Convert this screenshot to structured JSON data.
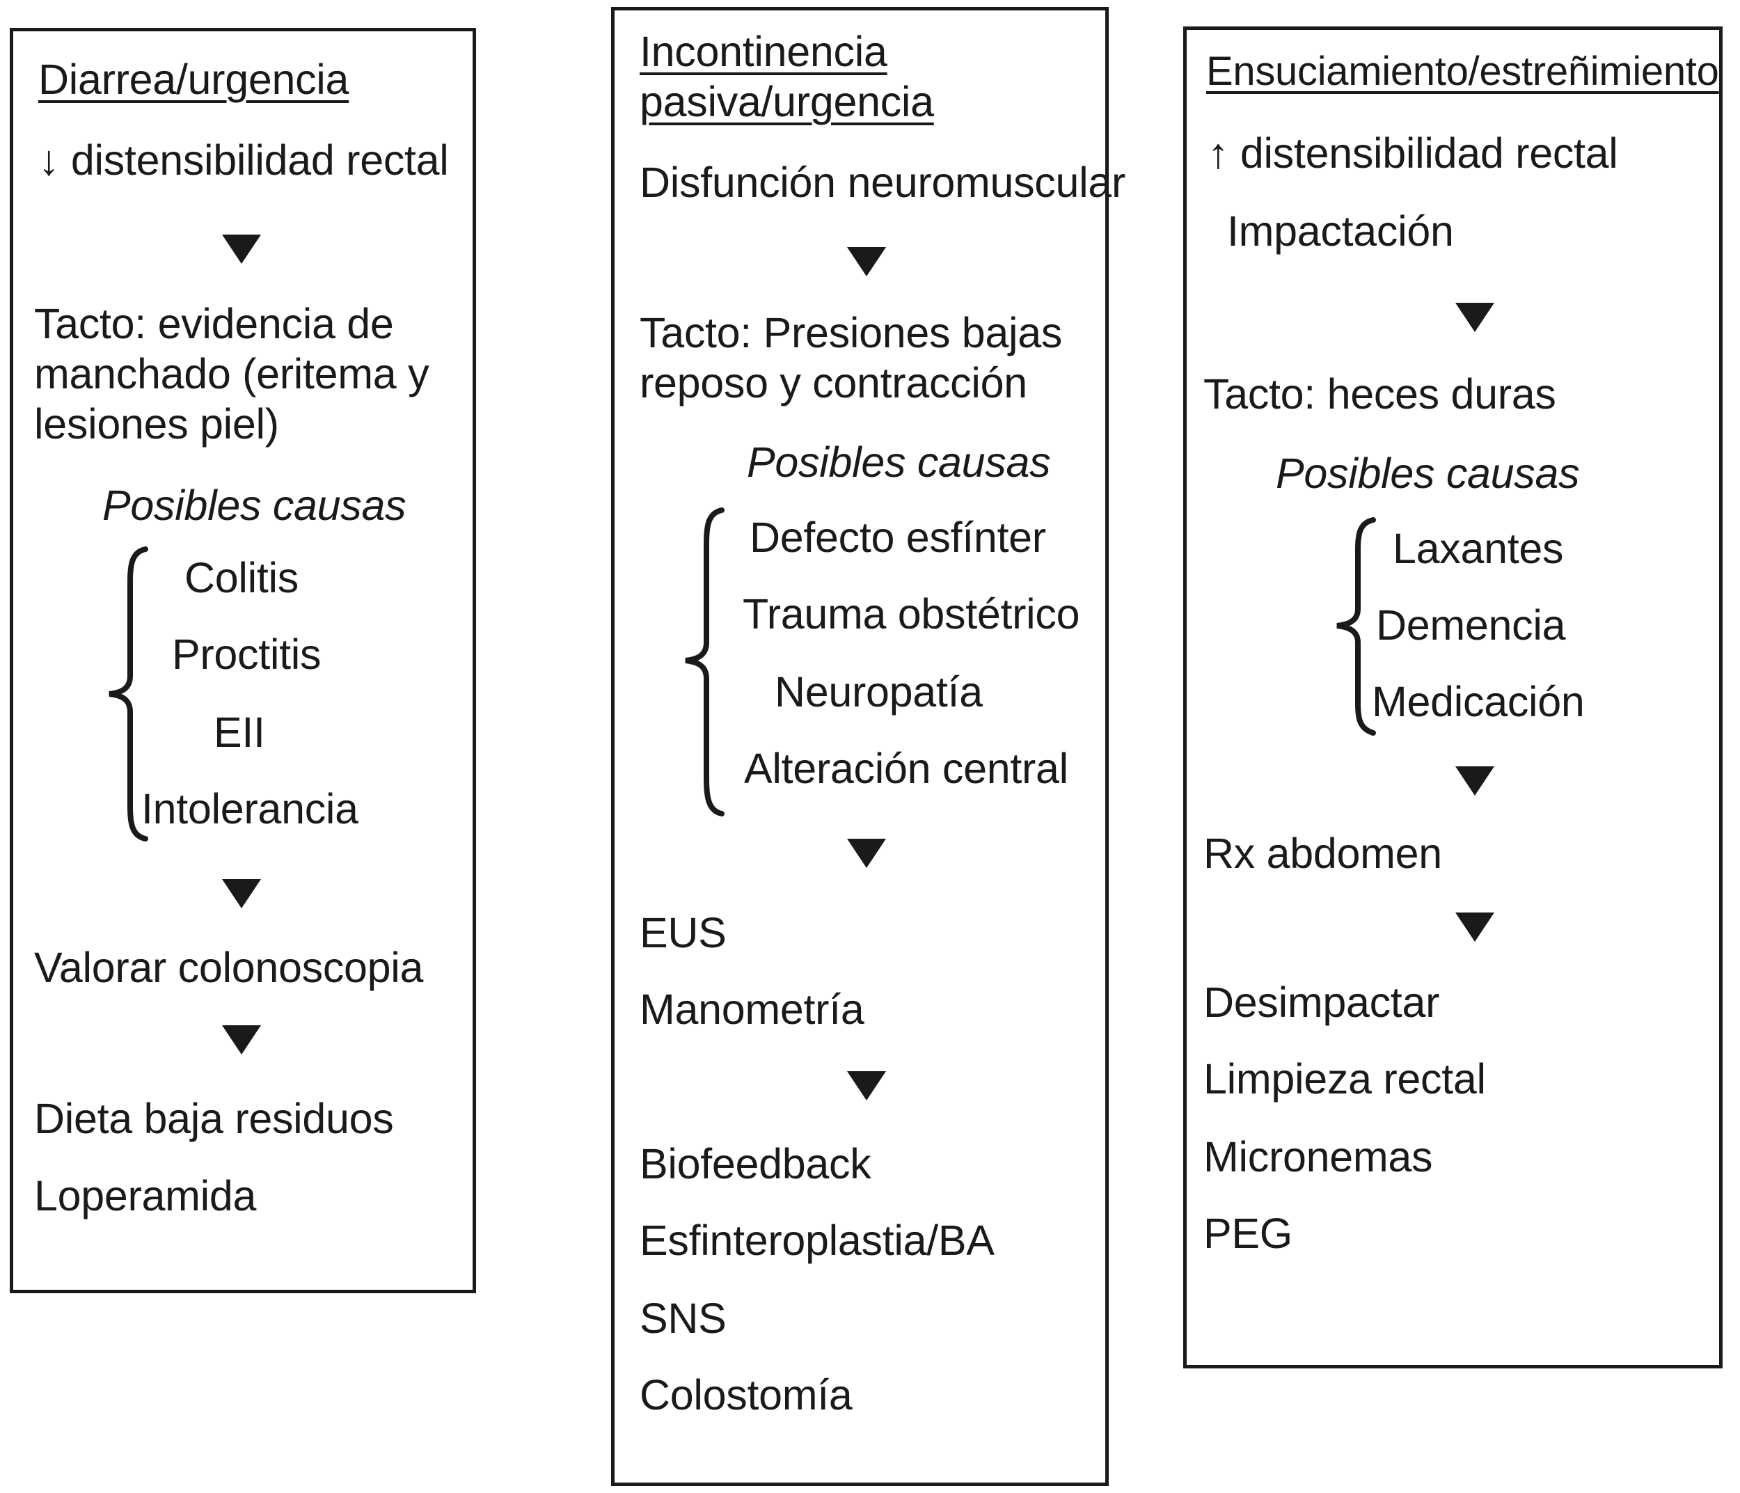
{
  "figure": {
    "type": "clinical-algorithm-flowchart",
    "language": "es",
    "panel_count": 3
  },
  "panels": [
    {
      "id": "diarrea",
      "title": "Diarrea/urgencia",
      "finding": "↓ distensibilidad rectal",
      "exam_lines": [
        "Tacto: evidencia de",
        "manchado (eritema y",
        "lesiones piel)"
      ],
      "causes_label": "Posibles causas",
      "causes": [
        "Colitis",
        "Proctitis",
        "EII",
        "Intolerancia"
      ],
      "steps": [
        "Valorar colonoscopia"
      ],
      "treatments": [
        "Dieta baja residuos",
        "Loperamida"
      ]
    },
    {
      "id": "incontinencia",
      "title_line1": "Incontinencia",
      "title_line2": "pasiva/urgencia",
      "finding": "Disfunción neuromuscular",
      "exam_lines": [
        "Tacto: Presiones bajas",
        "reposo y contracción"
      ],
      "causes_label": "Posibles causas",
      "causes": [
        "Defecto esfínter",
        "Trauma obstétrico",
        "Neuropatía",
        "Alteración central"
      ],
      "tests": [
        "EUS",
        "Manometría"
      ],
      "treatments": [
        "Biofeedback",
        "Esfinteroplastia/BA",
        "SNS",
        "Colostomía"
      ]
    },
    {
      "id": "ensuciamiento",
      "title": "Ensuciamiento/estreñimiento",
      "finding": "↑ distensibilidad rectal",
      "finding2": "Impactación",
      "exam_lines": [
        "Tacto: heces duras"
      ],
      "causes_label": "Posibles causas",
      "causes": [
        "Laxantes",
        "Demencia",
        "Medicación"
      ],
      "tests": [
        "Rx abdomen"
      ],
      "treatments": [
        "Desimpactar",
        "Limpieza rectal",
        "Micronemas",
        "PEG"
      ]
    }
  ],
  "icons": {
    "down_arrow": "▼",
    "up_arrow": "↑",
    "decrease_arrow": "↓"
  },
  "colors": {
    "ink": "#1a1a1a",
    "background": "#ffffff"
  }
}
